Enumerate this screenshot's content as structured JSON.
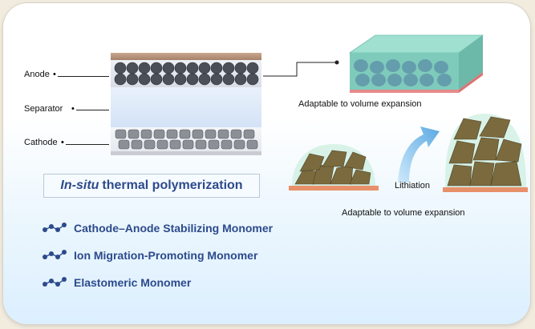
{
  "layers": {
    "anode": "Anode",
    "separator": "Separator",
    "cathode": "Cathode"
  },
  "process_title_italic": "In-situ",
  "process_title_rest": "thermal polymerization",
  "monomers": [
    "Cathode–Anode Stabilizing Monomer",
    "Ion Migration-Promoting Monomer",
    "Elastomeric Monomer"
  ],
  "caption_top": "Adaptable to volume expansion",
  "caption_bottom": "Adaptable to volume expansion",
  "arrow_label": "Lithiation",
  "colors": {
    "accent_text": "#2c4a8c",
    "anode_foil": "#b08a70",
    "current_collector": "#e8906a",
    "gel": "#8ed9c8",
    "particles": "#7a6a3e"
  }
}
